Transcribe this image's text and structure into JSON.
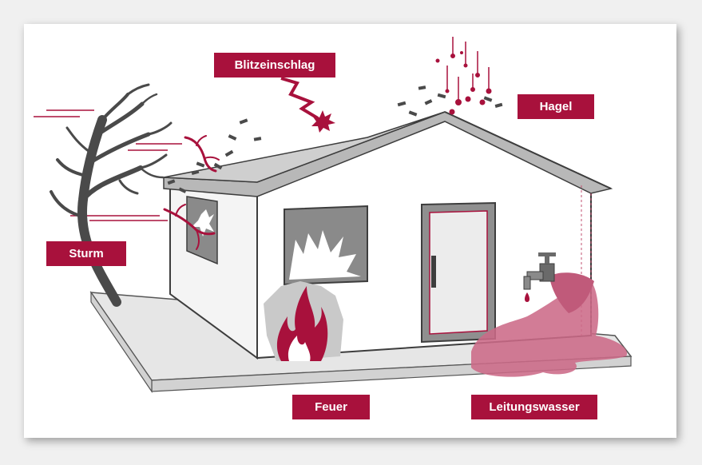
{
  "labels": {
    "lightning": "Blitzeinschlag",
    "hail": "Hagel",
    "storm": "Sturm",
    "fire": "Feuer",
    "tap_water": "Leitungswasser"
  },
  "colors": {
    "accent": "#a8113c",
    "water": "#cc6a88",
    "wall_outline": "#3d3d3d",
    "roof": "#b8b8b8",
    "ground": "#e6e6e6"
  }
}
